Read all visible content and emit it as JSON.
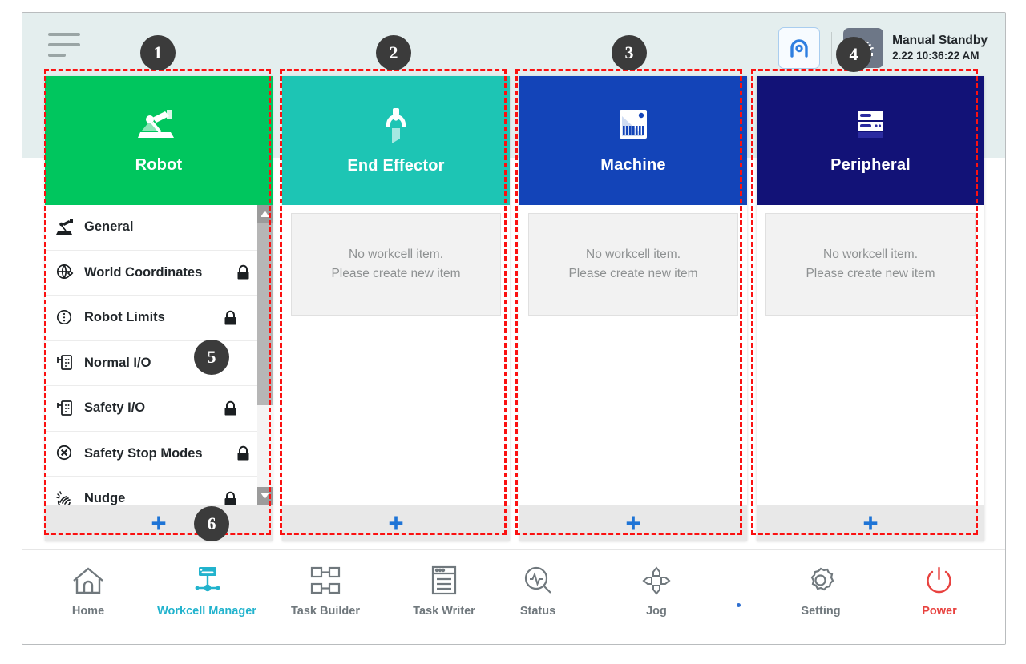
{
  "header": {
    "menu_icon": "hamburger-menu-icon",
    "robot_button_icon": "cobot-arm-icon",
    "mode_icon": "manual-hand-icon",
    "status_title": "Manual Standby",
    "status_datetime": "2.22 10:36:22 AM"
  },
  "columns": [
    {
      "key": "robot",
      "title": "Robot",
      "icon": "robot-arm-icon",
      "color": "#00c65e",
      "has_list": true,
      "add_label": "+",
      "items": [
        {
          "label": "General",
          "icon": "robot-arm-icon",
          "locked": false
        },
        {
          "label": "World Coordinates",
          "icon": "globe-axis-icon",
          "locked": true
        },
        {
          "label": "Robot Limits",
          "icon": "limits-circle-icon",
          "locked": true
        },
        {
          "label": "Normal I/O",
          "icon": "io-port-icon",
          "locked": false
        },
        {
          "label": "Safety I/O",
          "icon": "io-port-icon",
          "locked": true
        },
        {
          "label": "Safety Stop Modes",
          "icon": "stop-x-icon",
          "locked": true
        },
        {
          "label": "Nudge",
          "icon": "hand-nudge-icon",
          "locked": true
        }
      ]
    },
    {
      "key": "end-effector",
      "title": "End Effector",
      "icon": "gripper-icon",
      "color": "#1dc5b4",
      "has_list": false,
      "add_label": "+",
      "empty_line1": "No workcell item.",
      "empty_line2": "Please create new item"
    },
    {
      "key": "machine",
      "title": "Machine",
      "icon": "machine-icon",
      "color": "#1344b8",
      "has_list": false,
      "add_label": "+",
      "empty_line1": "No workcell item.",
      "empty_line2": "Please create new item"
    },
    {
      "key": "peripheral",
      "title": "Peripheral",
      "icon": "peripheral-rack-icon",
      "color": "#121277",
      "has_list": false,
      "add_label": "+",
      "empty_line1": "No workcell item.",
      "empty_line2": "Please create new item"
    }
  ],
  "navbar": {
    "left": [
      {
        "label": "Home",
        "icon": "home-icon",
        "active": false
      },
      {
        "label": "Workcell Manager",
        "icon": "workcell-node-icon",
        "active": true
      },
      {
        "label": "Task Builder",
        "icon": "task-builder-icon",
        "active": false
      },
      {
        "label": "Task Writer",
        "icon": "task-writer-icon",
        "active": false
      }
    ],
    "right": [
      {
        "label": "Status",
        "icon": "status-magnifier-icon",
        "active": false
      },
      {
        "label": "Jog",
        "icon": "jog-arrows-icon",
        "active": false
      },
      {
        "label": "Setting",
        "icon": "gear-icon",
        "active": false
      },
      {
        "label": "Power",
        "icon": "power-icon",
        "active": false
      }
    ]
  },
  "annotations": [
    {
      "number": "1"
    },
    {
      "number": "2"
    },
    {
      "number": "3"
    },
    {
      "number": "4"
    },
    {
      "number": "5"
    },
    {
      "number": "6"
    }
  ]
}
